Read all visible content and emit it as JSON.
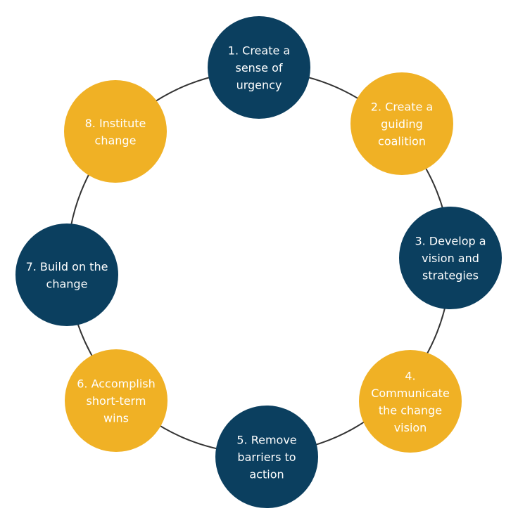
{
  "colors": {
    "dark": "#0b3f5f",
    "gold": "#f0b125",
    "ring": "#333333",
    "label": "#ffffff"
  },
  "steps": [
    {
      "id": "step-1",
      "lines": [
        "1. Create a",
        "sense of",
        "urgency"
      ],
      "color": "dark"
    },
    {
      "id": "step-2",
      "lines": [
        "2. Create a",
        "guiding",
        "coalition"
      ],
      "color": "gold"
    },
    {
      "id": "step-3",
      "lines": [
        "3. Develop a",
        "vision and",
        "strategies"
      ],
      "color": "dark"
    },
    {
      "id": "step-4",
      "lines": [
        "4.",
        "Communicate",
        "the change",
        "vision"
      ],
      "color": "gold"
    },
    {
      "id": "step-5",
      "lines": [
        "5. Remove",
        "barriers to",
        "action"
      ],
      "color": "dark"
    },
    {
      "id": "step-6",
      "lines": [
        "6. Accomplish",
        "short-term",
        "wins"
      ],
      "color": "gold"
    },
    {
      "id": "step-7",
      "lines": [
        "7. Build on the",
        "change"
      ],
      "color": "dark"
    },
    {
      "id": "step-8",
      "lines": [
        "8. Institute",
        "change"
      ],
      "color": "gold"
    }
  ]
}
